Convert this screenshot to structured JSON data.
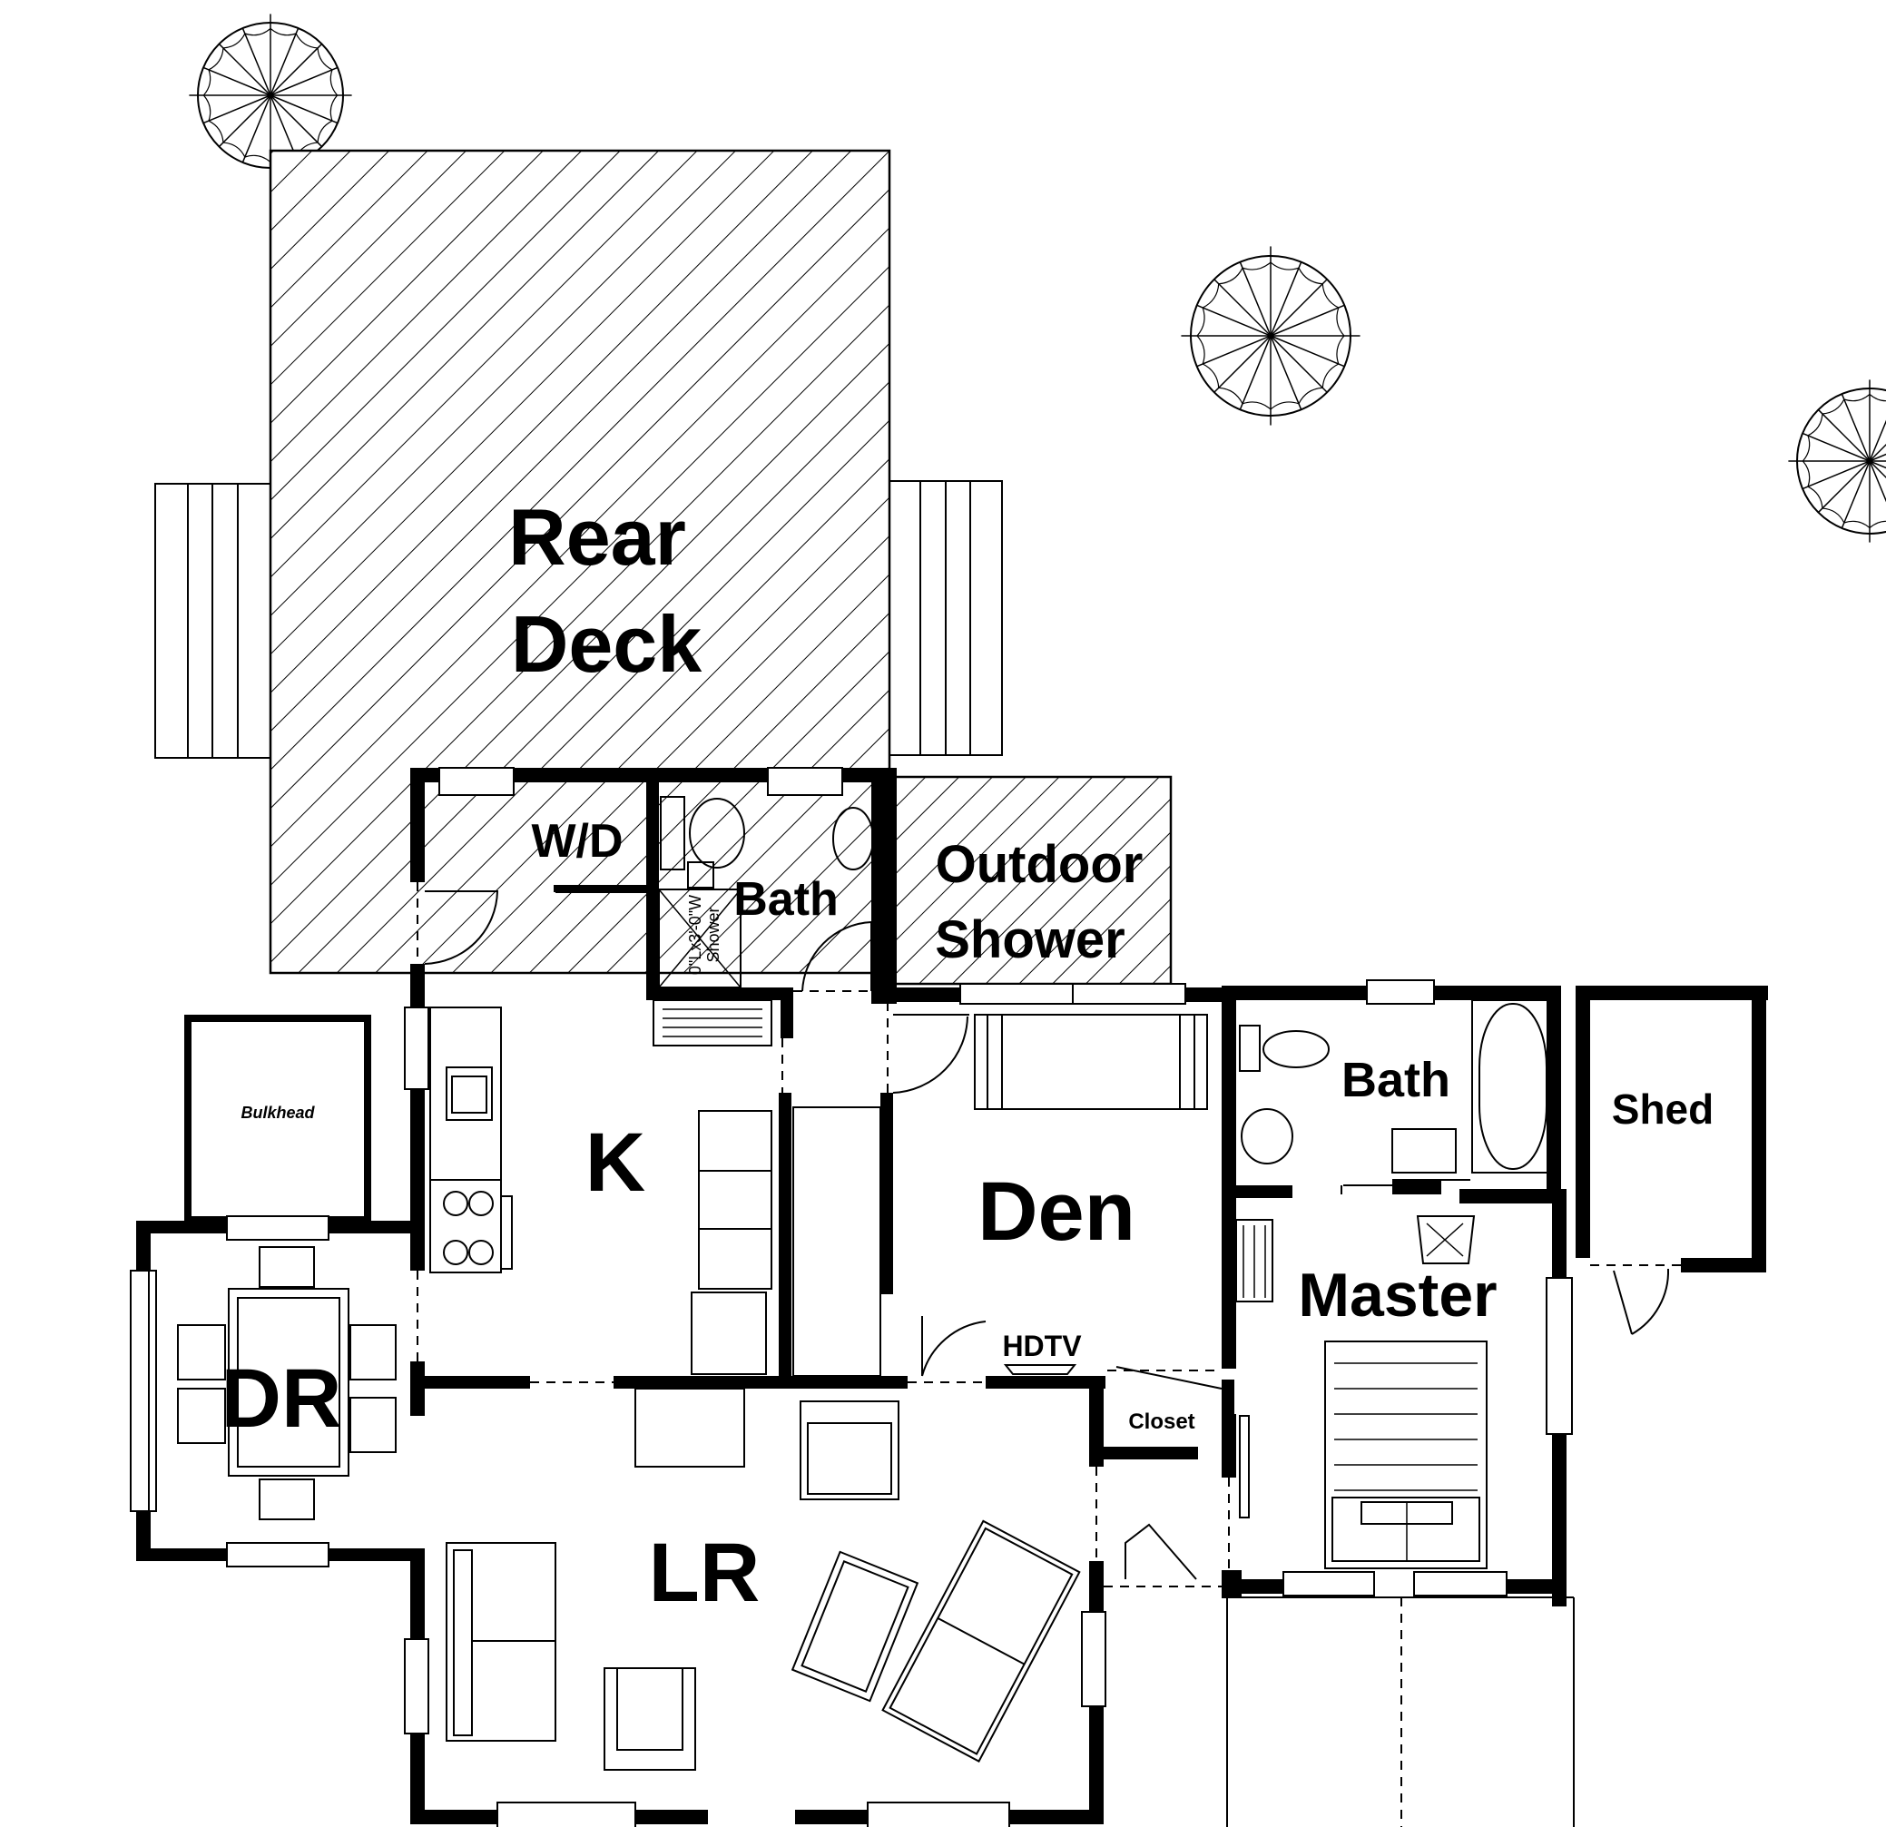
{
  "rooms": {
    "rear_deck_line1": "Rear",
    "rear_deck_line2": "Deck",
    "wd": "W/D",
    "bath_upper": "Bath",
    "outdoor_shower_line1": "Outdoor",
    "outdoor_shower_line2": "Shower",
    "shower_dim_line1": "0\"Lx3'-0\"W",
    "shower_dim_line2": "Shower",
    "kitchen": "K",
    "den": "Den",
    "bath_master": "Bath",
    "shed": "Shed",
    "master": "Master",
    "bulkhead": "Bulkhead",
    "dining": "DR",
    "hdtv": "HDTV",
    "closet": "Closet",
    "living": "LR"
  },
  "colors": {
    "ink": "#000000",
    "paper": "#ffffff"
  }
}
